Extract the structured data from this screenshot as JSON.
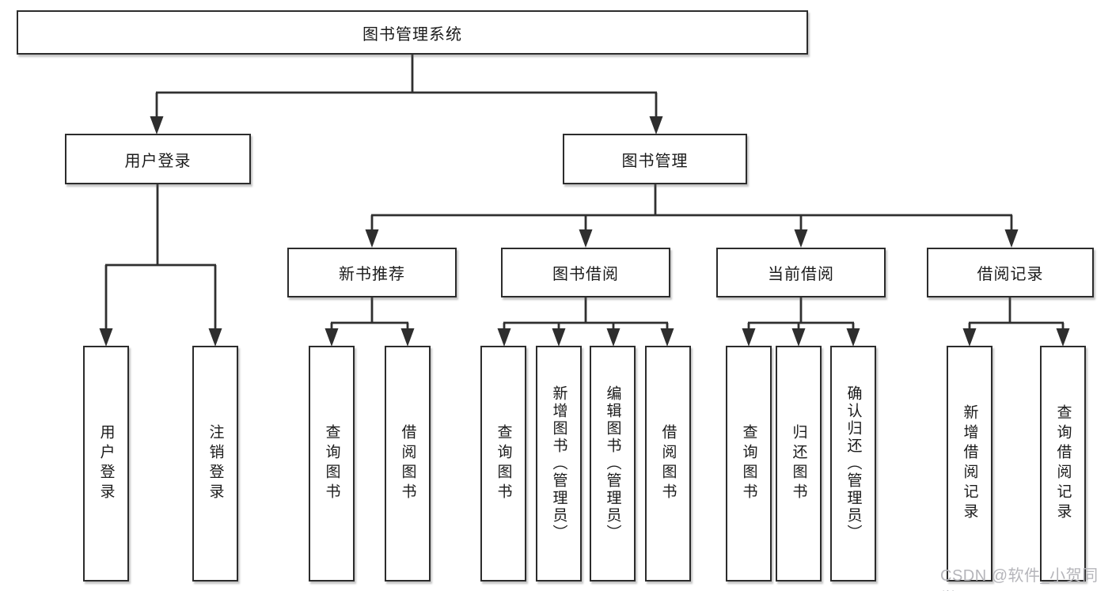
{
  "diagram": {
    "root": "图书管理系统",
    "branches": [
      {
        "label": "用户登录",
        "children": [
          "用户登录",
          "注销登录"
        ]
      },
      {
        "label": "图书管理",
        "children": [
          {
            "label": "新书推荐",
            "children": [
              "查询图书",
              "借阅图书"
            ]
          },
          {
            "label": "图书借阅",
            "children": [
              "查询图书",
              "新增图书（管理员）",
              "编辑图书（管理员）",
              "借阅图书"
            ]
          },
          {
            "label": "当前借阅",
            "children": [
              "查询图书",
              "归还图书",
              "确认归还（管理员）"
            ]
          },
          {
            "label": "借阅记录",
            "children": [
              "新增借阅记录",
              "查询借阅记录"
            ]
          }
        ]
      }
    ]
  },
  "watermark": "CSDN @软件_小贺同学",
  "colors": {
    "line": "#303030",
    "box_border": "#2c2c2c",
    "text": "#1b1b1b",
    "watermark": "#b5b5ba",
    "background": "#ffffff"
  }
}
